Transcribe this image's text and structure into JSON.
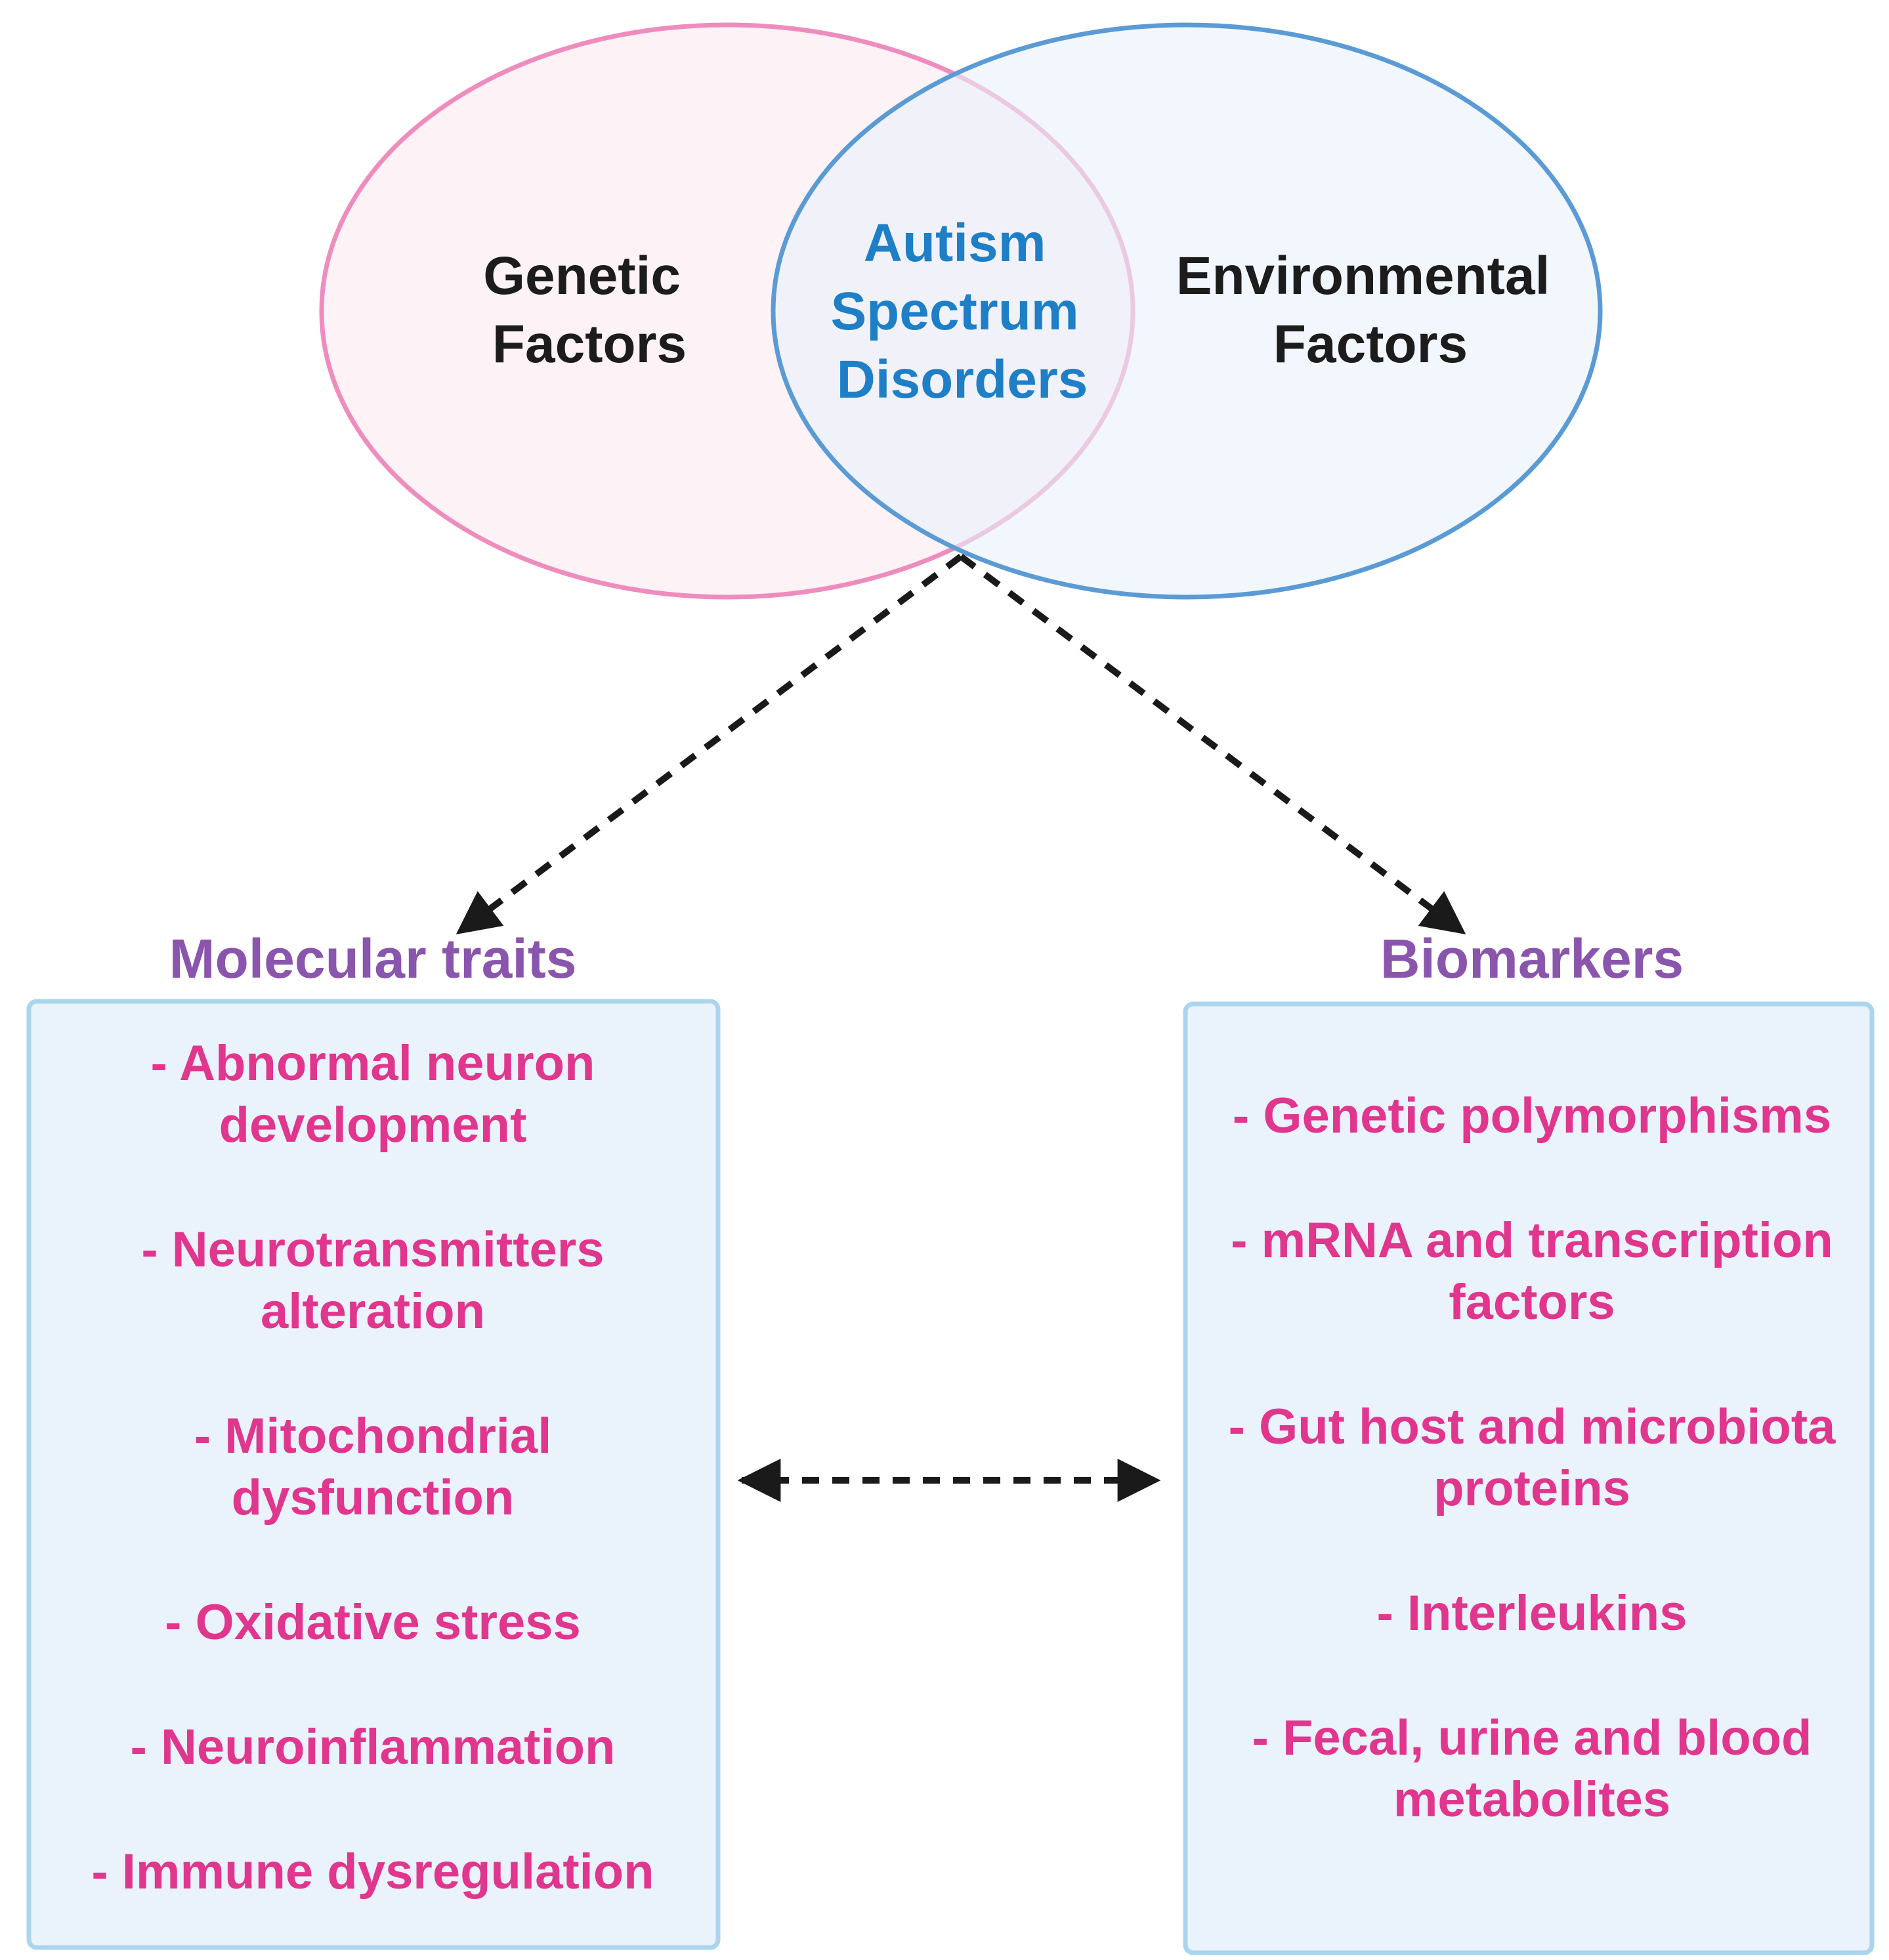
{
  "venn": {
    "left": [
      "Genetic",
      "Factors"
    ],
    "right": [
      "Environmental",
      "Factors"
    ],
    "center": [
      "Autism",
      "Spectrum",
      "Disorders"
    ]
  },
  "molecular": {
    "heading": "Molecular traits",
    "items": [
      [
        "- Abnormal neuron",
        "development"
      ],
      [
        "- Neurotransmitters",
        "alteration"
      ],
      [
        "- Mitochondrial",
        "dysfunction"
      ],
      [
        "- Oxidative stress"
      ],
      [
        "- Neuroinflammation"
      ],
      [
        "- Immune dysregulation"
      ]
    ]
  },
  "biomarkers": {
    "heading": "Biomarkers",
    "items": [
      [
        "- Genetic polymorphisms"
      ],
      [
        "- mRNA and transcription",
        "factors"
      ],
      [
        "- Gut host and microbiota",
        "proteins"
      ],
      [
        "- Interleukins"
      ],
      [
        "- Fecal, urine and blood",
        "metabolites"
      ]
    ]
  },
  "colors": {
    "pink_circle": "#ee8dbd",
    "blue_circle": "#5b9bd5",
    "dark_text": "#1c1c1c",
    "center_text": "#1f7fc6",
    "heading_text": "#8a55ac",
    "item_text": "#e0368d",
    "box_fill": "#eaf2fb",
    "box_border": "#a9d6ee"
  }
}
